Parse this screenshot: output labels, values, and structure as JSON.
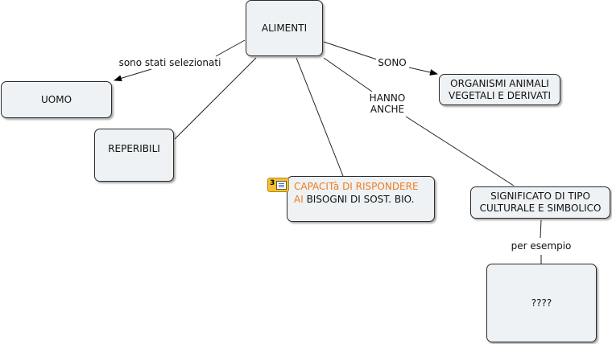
{
  "nodes": {
    "alimenti": "ALIMENTI",
    "uomo": "UOMO",
    "reperibili": "REPERIBILI",
    "organismi_line1": "ORGANISMI ANIMALI",
    "organismi_line2": "VEGETALI E DERIVATI",
    "capacita_orange1": "CAPACITà DI RISPONDERE",
    "capacita_orange2": "AI",
    "capacita_rest": " BISOGNI DI SOST. BIO.",
    "significato_line1": "SIGNIFICATO DI TIPO",
    "significato_line2": "CULTURALE E SIMBOLICO",
    "unknown": "????"
  },
  "links": {
    "selezionati": "sono stati selezionati",
    "sono": "SONO",
    "hanno_line1": "HANNO",
    "hanno_line2": "ANCHE",
    "esempio": "per esempio"
  },
  "attachment_badge": {
    "count": "3",
    "icon": "document-list-icon"
  },
  "colors": {
    "node_fill": "#eef2f4",
    "highlight_text": "#f07b1e"
  }
}
